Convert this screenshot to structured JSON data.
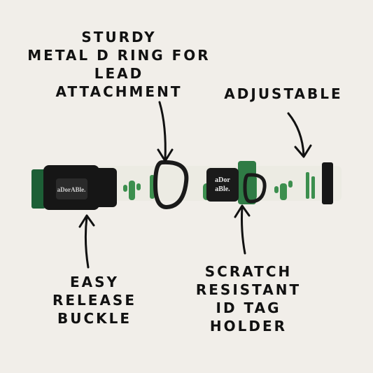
{
  "annotations": {
    "d_ring": [
      "STURDY",
      "METAL D RING FOR",
      "LEAD",
      "ATTACHMENT"
    ],
    "adjustable": [
      "ADJUSTABLE"
    ],
    "buckle": [
      "EASY",
      "RELEASE",
      "BUCKLE"
    ],
    "id_tag": [
      "SCRATCH",
      "RESISTANT",
      "ID TAG",
      "HOLDER"
    ]
  },
  "brand": {
    "buckle_logo": "aDorABle.",
    "tag_line1": "aDor",
    "tag_line2": "aBle."
  },
  "colors": {
    "background": "#f1eee9",
    "strap": "#ecebe3",
    "cactus": "#3c8f4e",
    "hardware": "#161616"
  }
}
